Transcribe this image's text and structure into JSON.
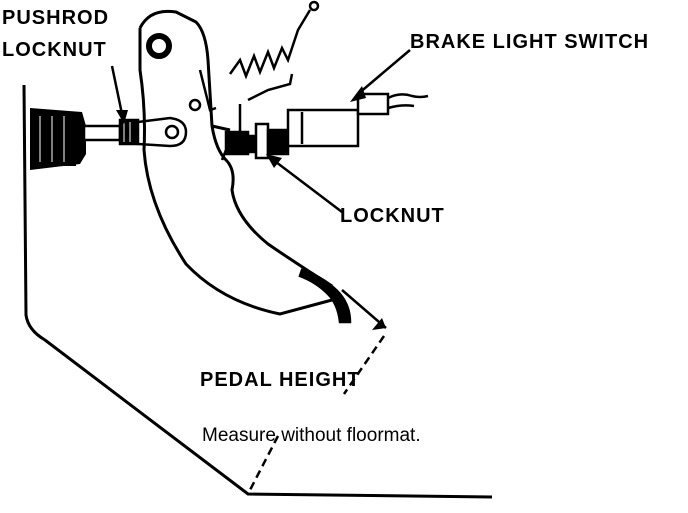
{
  "labels": {
    "pushrod_locknut_line1": "PUSHROD",
    "pushrod_locknut_line2": "LOCKNUT",
    "brake_light_switch": "BRAKE LIGHT SWITCH",
    "locknut": "LOCKNUT",
    "pedal_height": "PEDAL HEIGHT",
    "floormat_note": "Measure without floormat."
  },
  "colors": {
    "ink": "#000000",
    "paper": "#ffffff"
  }
}
